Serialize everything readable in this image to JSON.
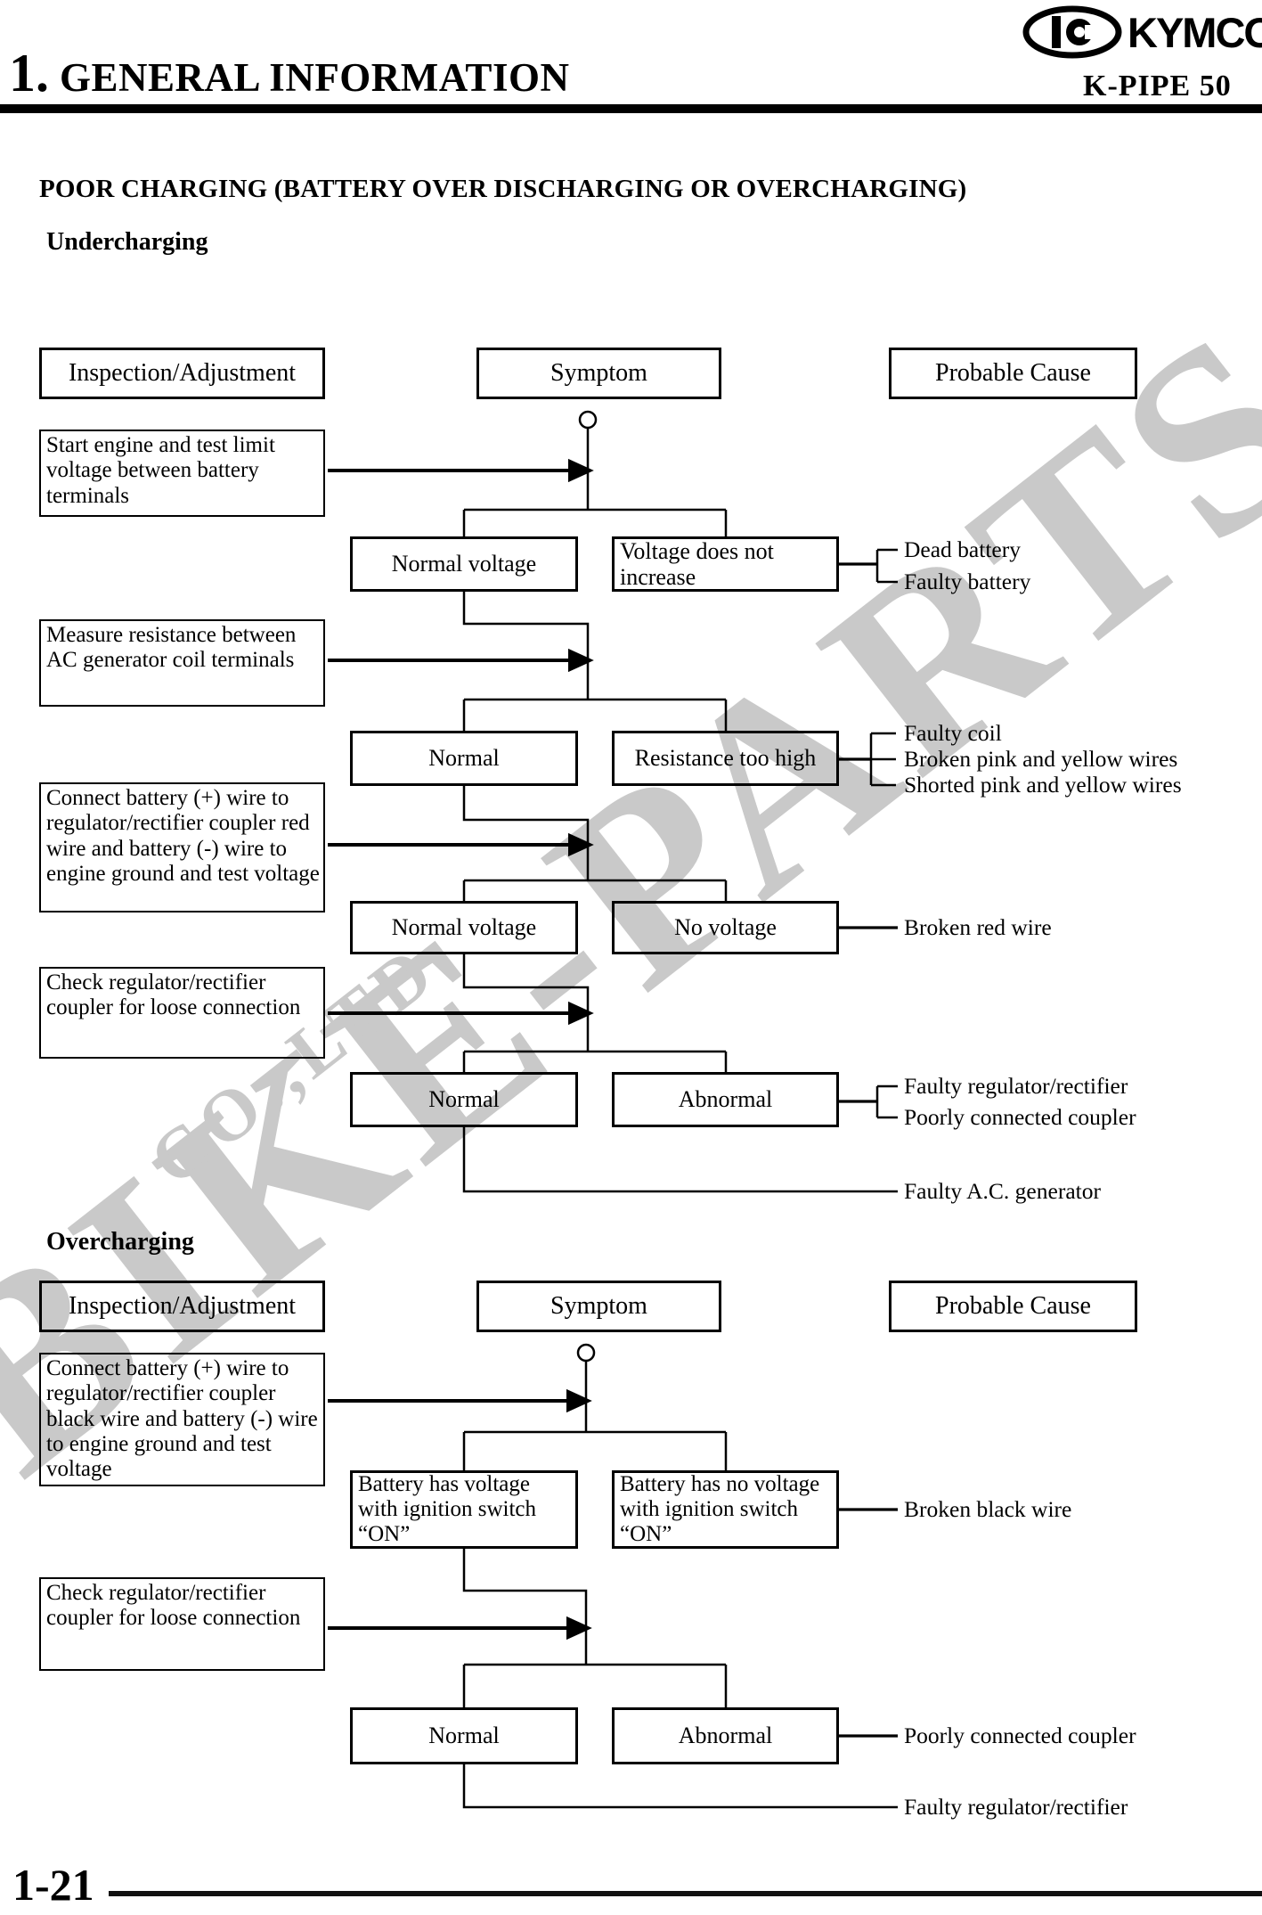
{
  "header": {
    "brand": "KYMCO",
    "section_title_number": "1.",
    "section_title": "GENERAL INFORMATION",
    "model": "K-PIPE 50",
    "logo_icon": "kymco-oval-logo"
  },
  "title": "POOR CHARGING (BATTERY OVER DISCHARGING OR OVERCHARGING)",
  "watermark": {
    "line1": "BIKE-PARTS",
    "line2": "CO.,LTD"
  },
  "footer": {
    "page_number": "1-21"
  },
  "colors": {
    "ink": "#000000",
    "paper": "#ffffff",
    "watermark": "#c9c9c9"
  },
  "sections": [
    {
      "heading": "Undercharging",
      "column_headers": {
        "inspection": "Inspection/Adjustment",
        "symptom": "Symptom",
        "cause": "Probable Cause"
      },
      "steps": [
        {
          "inspection": "Start engine and test limit voltage between battery terminals",
          "good": "Normal voltage",
          "bad": "Voltage does not increase",
          "causes": [
            "Dead battery",
            "Faulty battery"
          ]
        },
        {
          "inspection": "Measure resistance between AC generator coil terminals",
          "good": "Normal",
          "bad": "Resistance too high",
          "causes": [
            "Faulty coil",
            "Broken pink and yellow wires",
            "Shorted pink and yellow wires"
          ]
        },
        {
          "inspection": "Connect battery (+) wire to regulator/rectifier coupler red wire and battery (-) wire to engine ground and test voltage",
          "good": "Normal voltage",
          "bad": "No voltage",
          "causes": [
            "Broken red wire"
          ]
        },
        {
          "inspection": "Check regulator/rectifier coupler for loose connection",
          "good": "Normal",
          "bad": "Abnormal",
          "causes": [
            "Faulty regulator/rectifier",
            "Poorly connected coupler"
          ]
        }
      ],
      "final_cause": "Faulty A.C. generator"
    },
    {
      "heading": "Overcharging",
      "column_headers": {
        "inspection": "Inspection/Adjustment",
        "symptom": "Symptom",
        "cause": "Probable Cause"
      },
      "steps": [
        {
          "inspection": "Connect battery (+) wire to regulator/rectifier coupler black wire and battery (-) wire to engine ground and test voltage",
          "good": "Battery has voltage with ignition switch “ON”",
          "bad": "Battery has no voltage with ignition switch “ON”",
          "causes": [
            "Broken black wire"
          ]
        },
        {
          "inspection": "Check regulator/rectifier coupler for loose connection",
          "good": "Normal",
          "bad": "Abnormal",
          "causes": [
            "Poorly connected coupler"
          ]
        }
      ],
      "final_cause": "Faulty regulator/rectifier"
    }
  ]
}
